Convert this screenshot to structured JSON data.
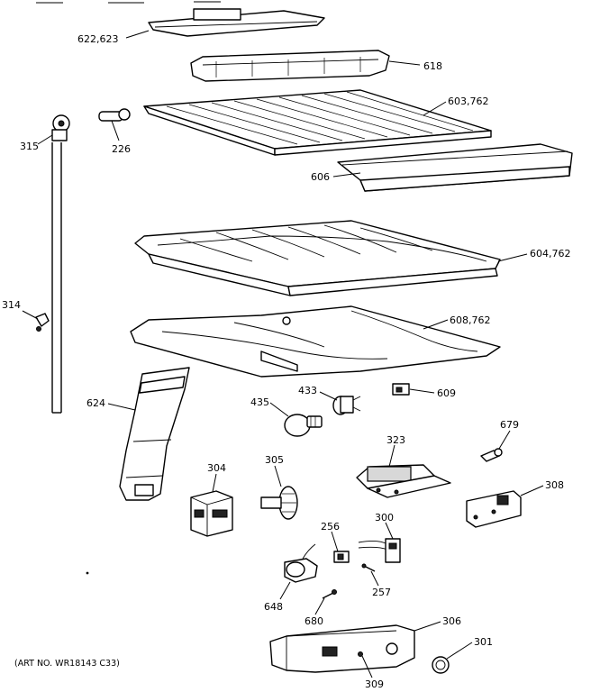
{
  "callouts": {
    "c622": "622,623",
    "c618": "618",
    "c603": "603,762",
    "c315": "315",
    "c226": "226",
    "c606": "606",
    "c604": "604,762",
    "c314": "314",
    "c608": "608,762",
    "c624": "624",
    "c435": "435",
    "c433": "433",
    "c609": "609",
    "c679": "679",
    "c323": "323",
    "c304": "304",
    "c305": "305",
    "c308": "308",
    "c256": "256",
    "c300": "300",
    "c257": "257",
    "c648": "648",
    "c680": "680",
    "c306": "306",
    "c301": "301",
    "c309": "309"
  },
  "art_number": "(ART NO. WR18143 C33)"
}
